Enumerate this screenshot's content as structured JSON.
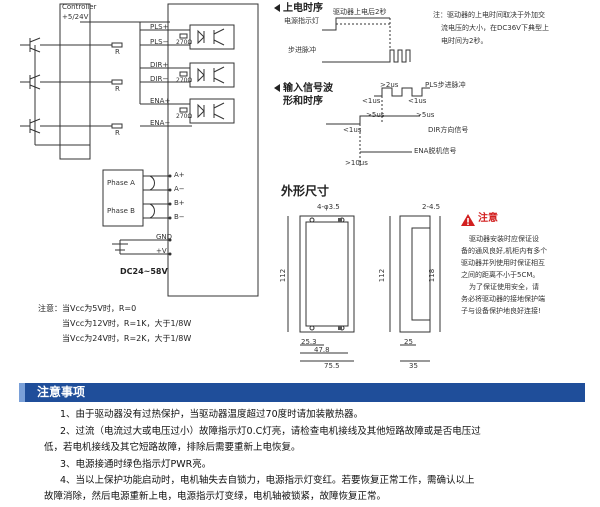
{
  "wiring": {
    "controller_label": "Controller",
    "supply_label": "+5/24V",
    "signals": [
      "PLS+",
      "PLS−",
      "DIR+",
      "DIR−",
      "ENA+",
      "ENA−"
    ],
    "resistor_label": "R",
    "internal_resistor": "270Ω",
    "phase_a": "Phase A",
    "phase_b": "Phase B",
    "motor_terms": [
      "A+",
      "A−",
      "B+",
      "B−"
    ],
    "gnd": "GND",
    "vplus": "+V",
    "dc_label": "DC24~58V"
  },
  "resistor_note": {
    "lines": [
      "注意：当Vcc为5V时，R=0",
      "当Vcc为12V时，R=1K，大于1/8W",
      "当Vcc为24V时，R=2K，大于1/8W"
    ]
  },
  "power_timing": {
    "title": "上电时序",
    "power_indicator": "电源指示灯",
    "delay_label": "驱动器上电后2秒",
    "step_pulse": "步进脉冲",
    "note_lines": [
      "注：驱动器的上电时间取决于外加交",
      "流电压的大小，在DC36V下典型上",
      "电时间为2秒。"
    ]
  },
  "input_timing": {
    "title_line1": "输入信号波",
    "title_line2": "形和时序",
    "gt2us": ">2us",
    "pls_label": "PLS步进脉冲",
    "lt1us_a": "<1us",
    "lt1us_b": "<1us",
    "gt5us_a": ">5us",
    "gt5us_b": ">5us",
    "lt1us_c": "<1us",
    "dir_label": "DIR方向信号",
    "ena_label": "ENA脱机信号",
    "gt10us": ">10us"
  },
  "dimensions": {
    "title": "外形尺寸",
    "hole": "4-φ3.5",
    "edge": "2-4.5",
    "h112a": "112",
    "h112b": "112",
    "h118": "118",
    "d25_3": "25.3",
    "d47_8": "47.8",
    "d75_5": "75.5",
    "d25": "25",
    "d35": "35"
  },
  "caution": {
    "title": "注意",
    "lines": [
      "驱动器安装时应保证设",
      "备的通风良好,机柜内有多个",
      "驱动器并列使用时保证相互",
      "之间的距离不小于5CM。",
      "为了保证使用安全，请",
      "务必将驱动器的接地保护端",
      "子与设备保护地良好连接!"
    ]
  },
  "notes": {
    "title": "注意事项",
    "lines": [
      "1、由于驱动器没有过热保护，当驱动器温度超过70度时请加装散热器。",
      "2、过流（电流过大或电压过小）故障指示灯0.C灯亮，请检查电机接线及其他短路故障或是否电压过",
      "低，若电机接线及其它短路故障，排除后需要重新上电恢复。",
      "3、电源接通时绿色指示灯PWR亮。",
      "4、当以上保护功能启动时，电机轴失去自锁力，电源指示灯变红。若要恢复正常工作，需确认以上",
      "故障消除，然后电源重新上电，电源指示灯变绿，电机轴被锁紧，故障恢复正常。"
    ]
  },
  "colors": {
    "accent": "#1f4e9a",
    "warning_red": "#d22020"
  }
}
